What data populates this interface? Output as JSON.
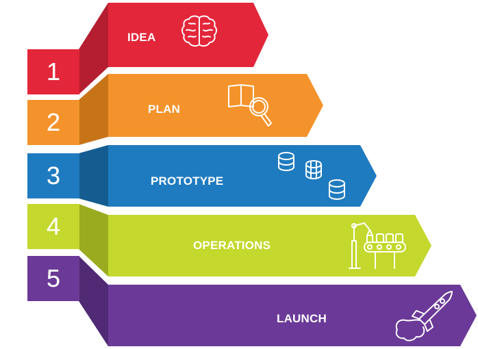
{
  "steps": [
    {
      "number": "1",
      "label": "IDEA",
      "icon": "brain-icon",
      "color": "#e3263a",
      "side_color": "#b51e30"
    },
    {
      "number": "2",
      "label": "PLAN",
      "icon": "book-magnifier-icon",
      "color": "#f4932b",
      "side_color": "#c77419"
    },
    {
      "number": "3",
      "label": "PROTOTYPE",
      "icon": "cylinders-icon",
      "color": "#1f7bbf",
      "side_color": "#155d91"
    },
    {
      "number": "4",
      "label": "OPERATIONS",
      "icon": "robot-arm-conveyor-icon",
      "color": "#c4d82d",
      "side_color": "#9bab1f"
    },
    {
      "number": "5",
      "label": "LAUNCH",
      "icon": "rocket-icon",
      "color": "#6b3a98",
      "side_color": "#502a74"
    }
  ]
}
